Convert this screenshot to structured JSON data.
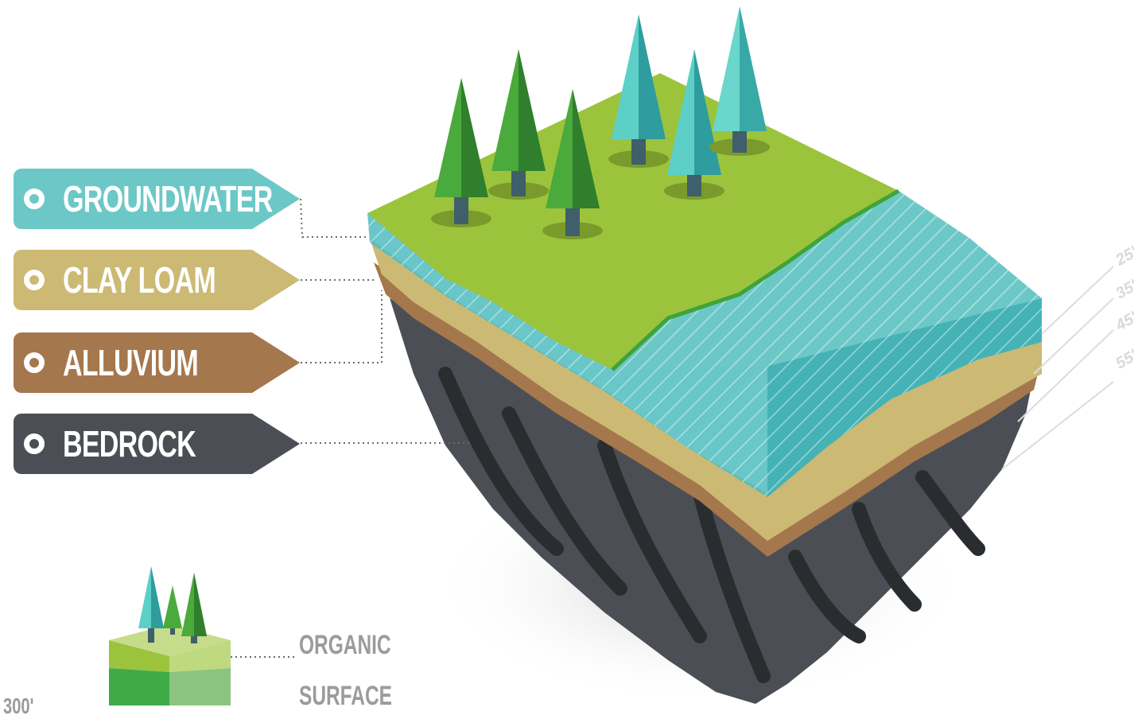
{
  "colors": {
    "groundwater": "#6cc8c7",
    "clay_loam": "#ccb974",
    "alluvium": "#a5774c",
    "bedrock": "#4b4f55",
    "grass": "#9bc43c",
    "water": "#4fbcc0"
  },
  "legend": [
    {
      "id": "groundwater",
      "label": "GROUNDWATER",
      "icon": "ring-icon"
    },
    {
      "id": "clay_loam",
      "label": "CLAY LOAM",
      "icon": "ring-icon"
    },
    {
      "id": "alluvium",
      "label": "ALLUVIUM",
      "icon": "ring-icon"
    },
    {
      "id": "bedrock",
      "label": "BEDROCK",
      "icon": "ring-icon"
    }
  ],
  "depth_markers": [
    "25'",
    "35'",
    "45'",
    "55'"
  ],
  "mini_diagram": {
    "labels": [
      "ORGANIC",
      "SURFACE"
    ],
    "depth_text": "300'"
  }
}
